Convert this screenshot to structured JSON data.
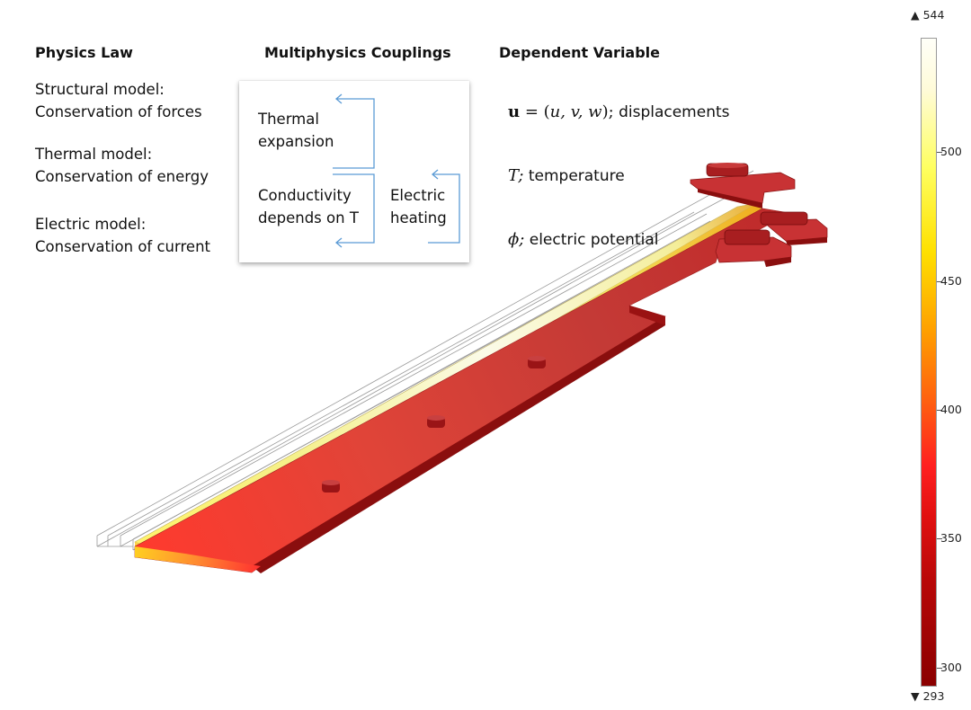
{
  "headers": {
    "physics_law": "Physics Law",
    "couplings": "Multiphysics Couplings",
    "dependent_variable": "Dependent Variable"
  },
  "laws": [
    {
      "line1": "Structural model:",
      "line2": "Conservation of forces"
    },
    {
      "line1": "Thermal model:",
      "line2": "Conservation of energy"
    },
    {
      "line1": "Electric model:",
      "line2": "Conservation of current"
    }
  ],
  "couplings": {
    "thermal_expansion": {
      "line1": "Thermal",
      "line2": "expansion"
    },
    "conductivity": {
      "line1": "Conductivity",
      "line2": "depends on T"
    },
    "electric_heating": {
      "line1": "Electric",
      "line2": "heating"
    },
    "arrow_color": "#5b9bd5"
  },
  "variables": {
    "displacement": {
      "bold_symbol": "u",
      "equals": " = (",
      "components": "u, v, w",
      "close": ");",
      "desc": " displacements"
    },
    "temperature": {
      "symbol": "T;",
      "desc": " temperature"
    },
    "potential": {
      "symbol": "ϕ;",
      "desc": " electric potential"
    }
  },
  "colorbar": {
    "max_label": "▲ 544",
    "min_label": "▼ 293",
    "ticks": [
      {
        "value": 500,
        "label": "500"
      },
      {
        "value": 450,
        "label": "450"
      },
      {
        "value": 400,
        "label": "400"
      },
      {
        "value": 350,
        "label": "350"
      },
      {
        "value": 300,
        "label": "300"
      }
    ],
    "min": 293,
    "max": 544
  },
  "colors": {
    "hot_white": "#fffde6",
    "hot_yellow": "#f2e84a",
    "mid_red": "#e83a30",
    "cool_red": "#c73030",
    "dark_red": "#7a0b0b"
  }
}
